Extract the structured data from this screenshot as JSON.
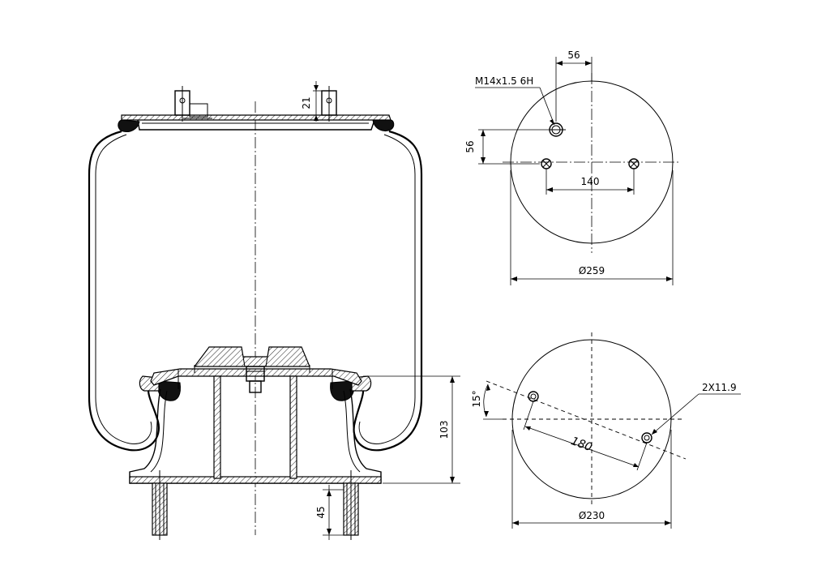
{
  "dimensions": {
    "top_view": {
      "thread": "M14x1.5 6H",
      "offset_x": "56",
      "offset_y": "56",
      "bolt_spacing": "140",
      "diameter": "Ø259"
    },
    "bottom_view": {
      "angle": "15°",
      "bolt_spacing": "180",
      "holes": "2X11.9",
      "diameter": "Ø230"
    },
    "side_view": {
      "stud_height": "21",
      "piston_height": "103",
      "base_stud_length": "45"
    }
  }
}
